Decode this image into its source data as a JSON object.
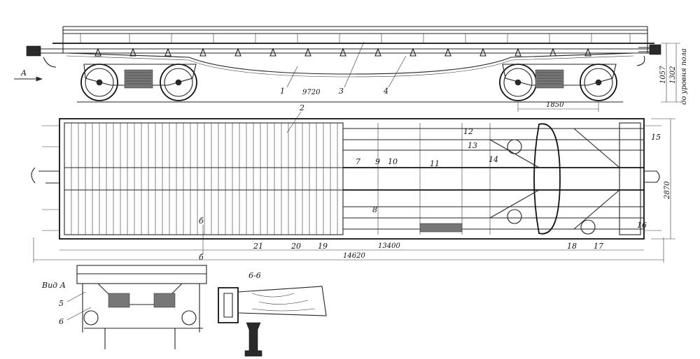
{
  "callouts": {
    "c1": "1",
    "c2": "2",
    "c3": "3",
    "c4": "4",
    "c5": "5",
    "c6": "6",
    "c7": "7",
    "c8": "8",
    "c9": "9",
    "c10": "10",
    "c11": "11",
    "c12": "12",
    "c13": "13",
    "c14": "14",
    "c15": "15",
    "c16": "16",
    "c17": "17",
    "c18": "18",
    "c19": "19",
    "c20": "20",
    "c21": "21"
  },
  "dimensions": {
    "len_9720": "9720",
    "len_1850": "1850",
    "len_13400": "13400",
    "len_14620": "14620",
    "width_2870": "2870",
    "height_1057": "1057",
    "height_1302": "1302",
    "floor_level": "до уровня пола"
  },
  "labels": {
    "view_arrow": "A",
    "view_a": "Вид А",
    "section_66": "6-6",
    "section_mark": "б"
  }
}
